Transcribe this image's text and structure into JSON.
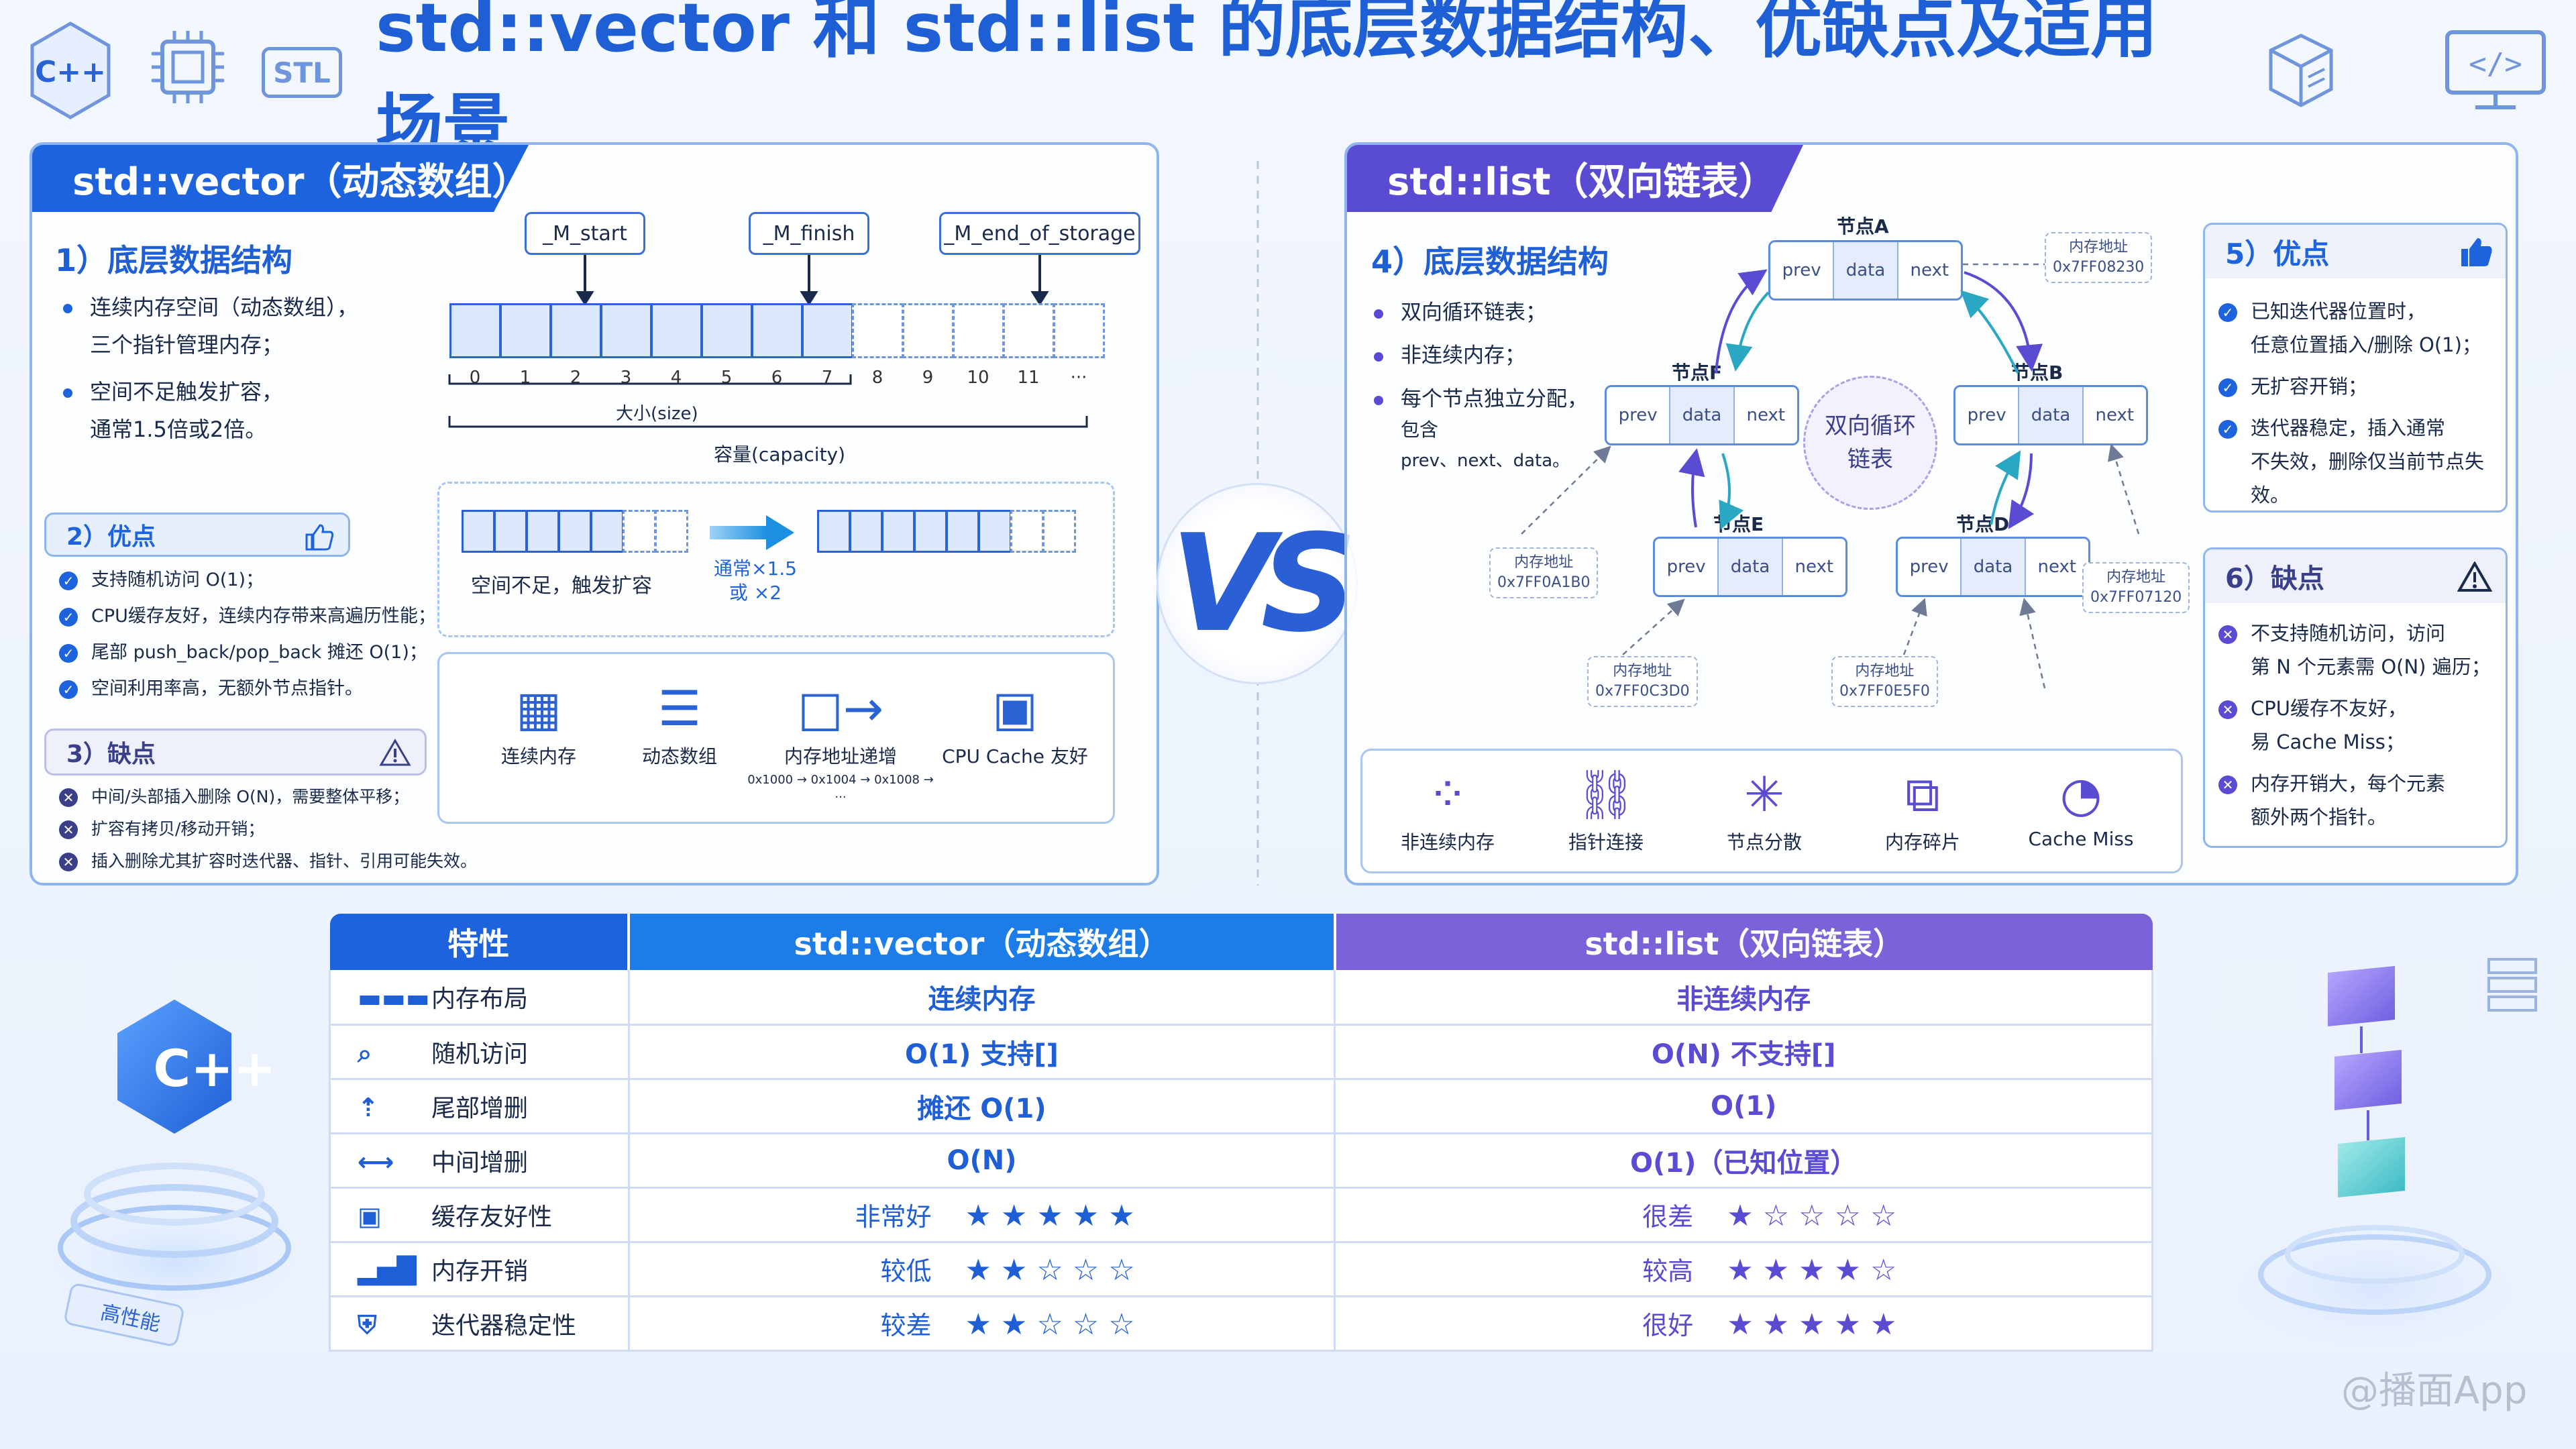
{
  "title": "std::vector 和 std::list 的底层数据结构、优缺点及适用场景",
  "top_icons": {
    "cpp": "C++",
    "stl": "STL"
  },
  "vs": "VS",
  "vector": {
    "header": "std::vector（动态数组）",
    "s1_title": "1）底层数据结构",
    "s1_b1a": "连续内存空间（动态数组），",
    "s1_b1b": "三个指针管理内存；",
    "s1_b2a": "空间不足触发扩容，",
    "s1_b2b": "通常1.5倍或2倍。",
    "ptr_start": "_M_start",
    "ptr_finish": "_M_finish",
    "ptr_end": "_M_end_of_storage",
    "indices": [
      "0",
      "1",
      "2",
      "3",
      "4",
      "5",
      "6",
      "7",
      "8",
      "9",
      "10",
      "11",
      "···"
    ],
    "size_label": "大小(size)",
    "capacity_label": "容量(capacity)",
    "grow_label": "空间不足，触发扩容",
    "grow_ratio_a": "通常×1.5",
    "grow_ratio_b": "或 ×2",
    "pros_title": "2）优点",
    "pros": [
      "支持随机访问 O(1)；",
      "CPU缓存友好，连续内存带来高遍历性能；",
      "尾部 push_back/pop_back 摊还 O(1)；",
      "空间利用率高，无额外节点指针。"
    ],
    "cons_title": "3）缺点",
    "cons": [
      "中间/头部插入删除 O(N)，需要整体平移；",
      "扩容有拷贝/移动开销；",
      "插入删除尤其扩容时迭代器、指针、引用可能失效。"
    ],
    "icons": [
      {
        "icon": "memory-block-icon",
        "label": "连续内存"
      },
      {
        "icon": "array-list-icon",
        "label": "动态数组"
      },
      {
        "icon": "address-increment-icon",
        "label": "内存地址递增",
        "sub": "0x1000 → 0x1004 → 0x1008 → ..."
      },
      {
        "icon": "cpu-chip-icon",
        "label": "CPU Cache 友好"
      }
    ]
  },
  "list": {
    "header": "std::list（双向链表）",
    "s4_title": "4）底层数据结构",
    "b1": "双向循环链表；",
    "b2": "非连续内存；",
    "b3a": "每个节点独立分配，",
    "b3b": "包含",
    "b3c": "prev、next、data。",
    "center": "双向循环\n链表",
    "node_fields": [
      "prev",
      "data",
      "next"
    ],
    "nodes": {
      "A": "节点A",
      "B": "节点B",
      "C": "节点E",
      "D": "节点D",
      "F": "节点F"
    },
    "addr_label": "内存地址",
    "addrs": {
      "A": "0x7FF08230",
      "F": "0x7FF0A1B0",
      "C": "0x7FF0C3D0",
      "D": "0x7FF0E5F0",
      "B": "0x7FF07120"
    },
    "pros_title": "5）优点",
    "pros": [
      [
        "已知迭代器位置时，",
        "任意位置插入/删除 O(1)；"
      ],
      [
        "无扩容开销；"
      ],
      [
        "迭代器稳定，插入通常",
        "不失效，删除仅当前节点失效。"
      ]
    ],
    "cons_title": "6）缺点",
    "cons": [
      [
        "不支持随机访问，访问",
        "第 N 个元素需 O(N) 遍历；"
      ],
      [
        "CPU缓存不友好，",
        "易 Cache Miss；"
      ],
      [
        "内存开销大，每个元素",
        "额外两个指针。"
      ]
    ],
    "icons": [
      {
        "icon": "scattered-memory-icon",
        "label": "非连续内存"
      },
      {
        "icon": "link-icon",
        "label": "指针连接"
      },
      {
        "icon": "node-scatter-icon",
        "label": "节点分散"
      },
      {
        "icon": "puzzle-fragment-icon",
        "label": "内存碎片"
      },
      {
        "icon": "gauge-icon",
        "label": "Cache Miss"
      }
    ]
  },
  "table": {
    "headers": [
      "特性",
      "std::vector（动态数组）",
      "std::list（双向链表）"
    ],
    "rows": [
      {
        "icon": "memory-layout-icon",
        "feature": "内存布局",
        "vector": "连续内存",
        "list": "非连续内存"
      },
      {
        "icon": "search-icon",
        "feature": "随机访问",
        "vector": "O(1) 支持[]",
        "list": "O(N) 不支持[]"
      },
      {
        "icon": "arrow-up-icon",
        "feature": "尾部增删",
        "vector": "摊还 O(1)",
        "list": "O(1)"
      },
      {
        "icon": "arrows-horizontal-icon",
        "feature": "中间增删",
        "vector": "O(N)",
        "list": "O(1)（已知位置）"
      },
      {
        "icon": "cpu-chip-icon",
        "feature": "缓存友好性",
        "vector": "非常好",
        "vector_stars": 5,
        "list": "很差",
        "list_stars": 1
      },
      {
        "icon": "bar-chart-icon",
        "feature": "内存开销",
        "vector": "较低",
        "vector_stars": 2,
        "list": "较高",
        "list_stars": 4
      },
      {
        "icon": "shield-icon",
        "feature": "迭代器稳定性",
        "vector": "较差",
        "vector_stars": 2,
        "list": "很好",
        "list_stars": 5
      }
    ]
  },
  "deco": {
    "badge": "高性能",
    "cpp": "C++"
  },
  "watermark": "@播面App",
  "colors": {
    "vector_blue": "#1d63de",
    "list_purple": "#5a4bd3"
  }
}
